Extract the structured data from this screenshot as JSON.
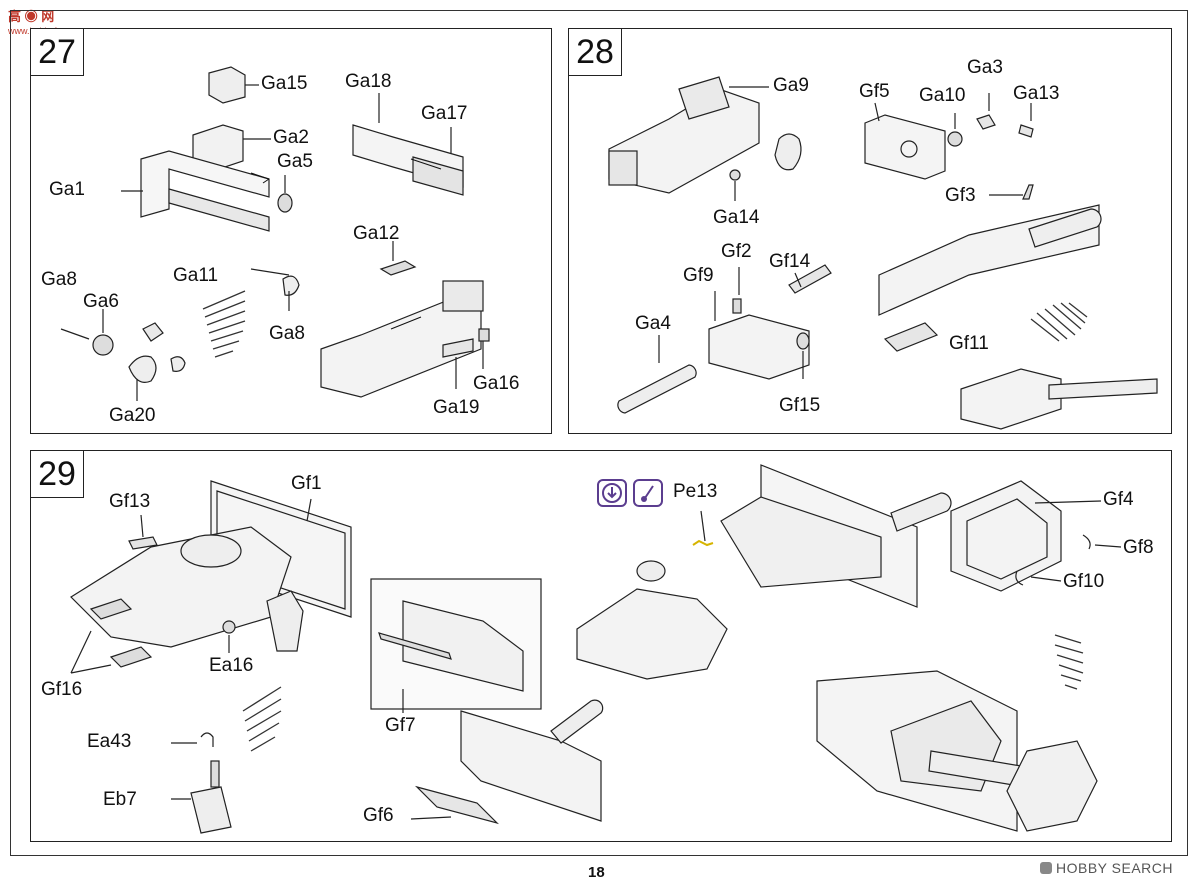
{
  "site": {
    "logo": "高 ◉ 网",
    "url": "www.hobbyfans.com"
  },
  "page_number": "18",
  "watermark": "HOBBY SEARCH",
  "steps": [
    {
      "number": "27",
      "labels": [
        "Ga15",
        "Ga2",
        "Ga5",
        "Ga1",
        "Ga18",
        "Ga17",
        "Ga12",
        "Ga11",
        "Ga8",
        "Ga6",
        "Ga8",
        "Ga20",
        "Ga16",
        "Ga19"
      ]
    },
    {
      "number": "28",
      "labels": [
        "Ga9",
        "Gf5",
        "Ga10",
        "Ga3",
        "Ga13",
        "Ga14",
        "Gf3",
        "Gf2",
        "Gf14",
        "Gf9",
        "Ga4",
        "Gf11",
        "Gf15"
      ]
    },
    {
      "number": "29",
      "labels": [
        "Gf13",
        "Gf1",
        "Gf16",
        "Ea16",
        "Ea43",
        "Eb7",
        "Gf7",
        "Gf6",
        "Pe13",
        "Gf4",
        "Gf8",
        "Gf10"
      ]
    }
  ],
  "icons": {
    "pe_step_icon": "down-arrow-icon",
    "pe_tool_icon": "tweezers-icon",
    "accent": "#5b3d8f"
  }
}
